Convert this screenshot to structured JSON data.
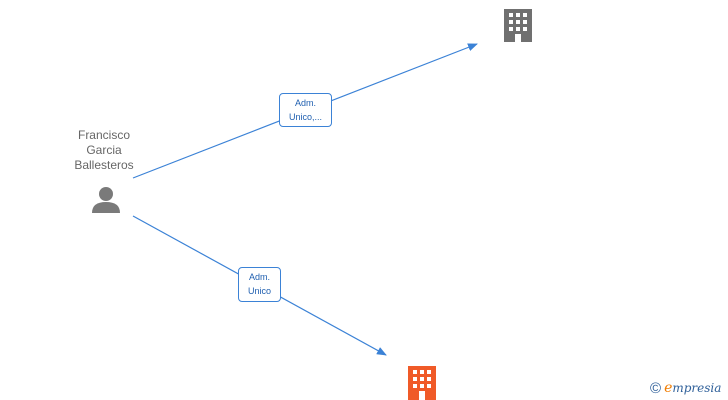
{
  "person": {
    "name_lines": [
      "Francisco",
      "Garcia",
      "Ballesteros"
    ],
    "icon": "person-icon"
  },
  "companies": [
    {
      "icon": "building-icon",
      "color": "#707070"
    },
    {
      "icon": "building-icon",
      "color": "#f05a28"
    }
  ],
  "edges": [
    {
      "label_lines": [
        "Adm.",
        "Unico,..."
      ],
      "color": "#3b82d6"
    },
    {
      "label_lines": [
        "Adm.",
        "Unico"
      ],
      "color": "#3b82d6"
    }
  ],
  "watermark": {
    "symbol": "©",
    "brand_initial": "e",
    "brand_rest": "mpresia",
    "colors": {
      "text": "#2e5f99",
      "accent": "#f07c00"
    }
  }
}
